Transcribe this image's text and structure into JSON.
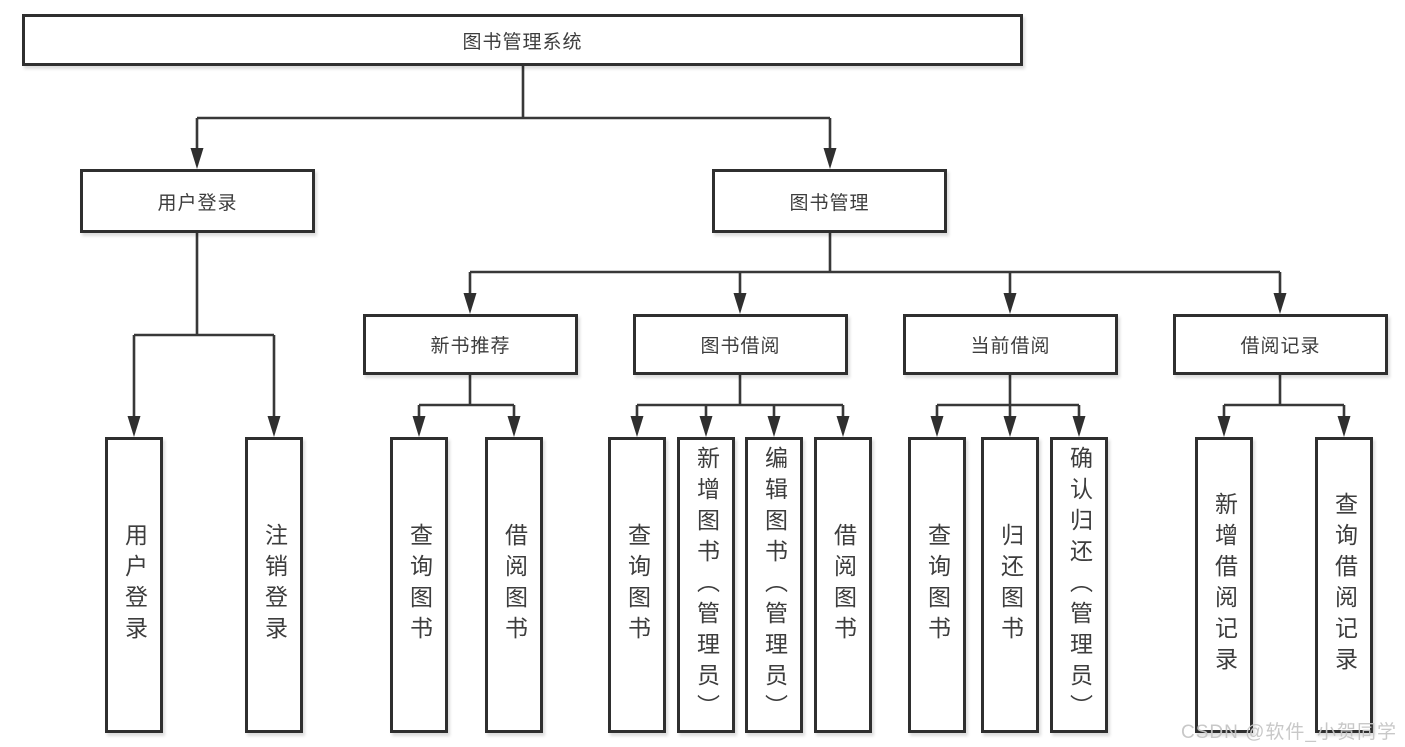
{
  "tree": {
    "label": "图书管理系统",
    "children": [
      {
        "label": "用户登录",
        "children": [
          {
            "label": "用户登录"
          },
          {
            "label": "注销登录"
          }
        ]
      },
      {
        "label": "图书管理",
        "children": [
          {
            "label": "新书推荐",
            "children": [
              {
                "label": "查询图书"
              },
              {
                "label": "借阅图书"
              }
            ]
          },
          {
            "label": "图书借阅",
            "children": [
              {
                "label": "查询图书"
              },
              {
                "label": "新增图书（管理员）"
              },
              {
                "label": "编辑图书（管理员）"
              },
              {
                "label": "借阅图书"
              }
            ]
          },
          {
            "label": "当前借阅",
            "children": [
              {
                "label": "查询图书"
              },
              {
                "label": "归还图书"
              },
              {
                "label": "确认归还（管理员）"
              }
            ]
          },
          {
            "label": "借阅记录",
            "children": [
              {
                "label": "新增借阅记录"
              },
              {
                "label": "查询借阅记录"
              }
            ]
          }
        ]
      }
    ]
  },
  "watermark": {
    "text": "CSDN @软件_小贺同学"
  },
  "colors": {
    "line": "#383838",
    "border": "#2f2f2f",
    "text": "#3d3d3d",
    "watermark": "#c6c6c6"
  }
}
